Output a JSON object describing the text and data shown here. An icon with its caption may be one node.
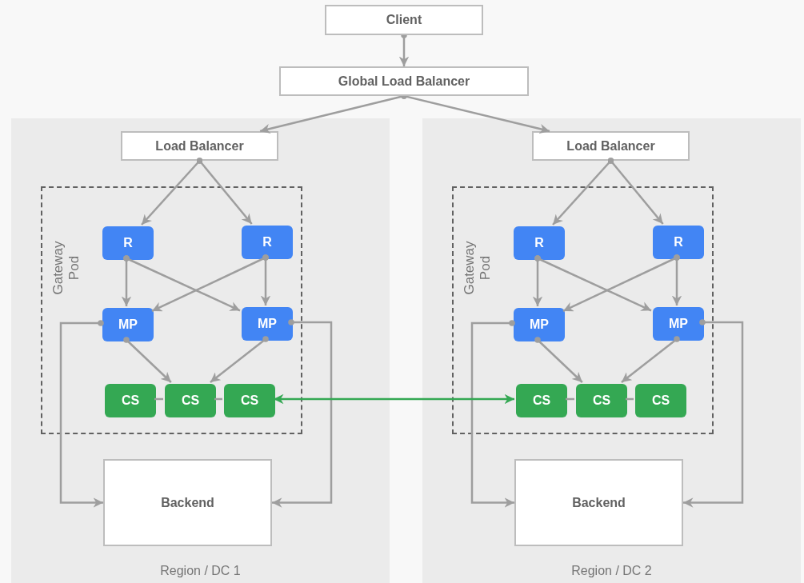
{
  "diagram": {
    "nodes": [
      {
        "text": [
          "Client"
        ]
      },
      {
        "text": [
          "Global Load Balancer"
        ]
      },
      {
        "text": [
          "Region / DC 1"
        ]
      },
      {
        "text": [
          "Load Balancer"
        ],
        "in": 2
      },
      {
        "text": [
          "Gateway Pod"
        ],
        "in": 2
      },
      {
        "text": [
          "R"
        ],
        "in": 4
      },
      {
        "text": [
          "R"
        ],
        "in": 4
      },
      {
        "text": [
          "MP"
        ],
        "in": 4
      },
      {
        "text": [
          "MP"
        ],
        "in": 4
      },
      {
        "text": [
          "CS"
        ],
        "in": 4
      },
      {
        "text": [
          "CS"
        ],
        "in": 4
      },
      {
        "text": [
          "CS"
        ],
        "in": 4
      },
      {
        "text": [
          "Backend"
        ],
        "in": 2
      },
      {
        "text": [
          "Region / DC 2"
        ]
      },
      {
        "text": [
          "Load Balancer"
        ],
        "in": 13
      },
      {
        "text": [
          "Gateway Pod"
        ],
        "in": 13
      },
      {
        "text": [
          "R"
        ],
        "in": 15
      },
      {
        "text": [
          "R"
        ],
        "in": 15
      },
      {
        "text": [
          "MP"
        ],
        "in": 15
      },
      {
        "text": [
          "MP"
        ],
        "in": 15
      },
      {
        "text": [
          "CS"
        ],
        "in": 15
      },
      {
        "text": [
          "CS"
        ],
        "in": 15
      },
      {
        "text": [
          "CS"
        ],
        "in": 15
      },
      {
        "text": [
          "Backend"
        ],
        "in": 13
      }
    ],
    "edges": [
      {
        "from": 0,
        "to": 1,
        "arrow": "to"
      },
      {
        "from": 1,
        "to": 3,
        "arrow": "to"
      },
      {
        "from": 1,
        "to": 14,
        "arrow": "to"
      },
      {
        "from": 3,
        "to": 5,
        "arrow": "to"
      },
      {
        "from": 3,
        "to": 6,
        "arrow": "to"
      },
      {
        "from": 5,
        "to": 7,
        "arrow": "to"
      },
      {
        "from": 5,
        "to": 8,
        "arrow": "to"
      },
      {
        "from": 6,
        "to": 7,
        "arrow": "to"
      },
      {
        "from": 6,
        "to": 8,
        "arrow": "to"
      },
      {
        "from": 7,
        "to": 10,
        "arrow": "to"
      },
      {
        "from": 8,
        "to": 10,
        "arrow": "to"
      },
      {
        "from": 9,
        "to": 10,
        "arrow": "none"
      },
      {
        "from": 10,
        "to": 11,
        "arrow": "none"
      },
      {
        "from": 7,
        "to": 12,
        "arrow": "to"
      },
      {
        "from": 8,
        "to": 12,
        "arrow": "to"
      },
      {
        "from": 14,
        "to": 16,
        "arrow": "to"
      },
      {
        "from": 14,
        "to": 17,
        "arrow": "to"
      },
      {
        "from": 16,
        "to": 18,
        "arrow": "to"
      },
      {
        "from": 16,
        "to": 19,
        "arrow": "to"
      },
      {
        "from": 17,
        "to": 18,
        "arrow": "to"
      },
      {
        "from": 17,
        "to": 19,
        "arrow": "to"
      },
      {
        "from": 18,
        "to": 21,
        "arrow": "to"
      },
      {
        "from": 19,
        "to": 21,
        "arrow": "to"
      },
      {
        "from": 20,
        "to": 21,
        "arrow": "none"
      },
      {
        "from": 21,
        "to": 22,
        "arrow": "none"
      },
      {
        "from": 18,
        "to": 23,
        "arrow": "to"
      },
      {
        "from": 19,
        "to": 23,
        "arrow": "to"
      },
      {
        "from": 11,
        "to": 20,
        "arrow": "both",
        "color": "#34a853"
      }
    ]
  }
}
